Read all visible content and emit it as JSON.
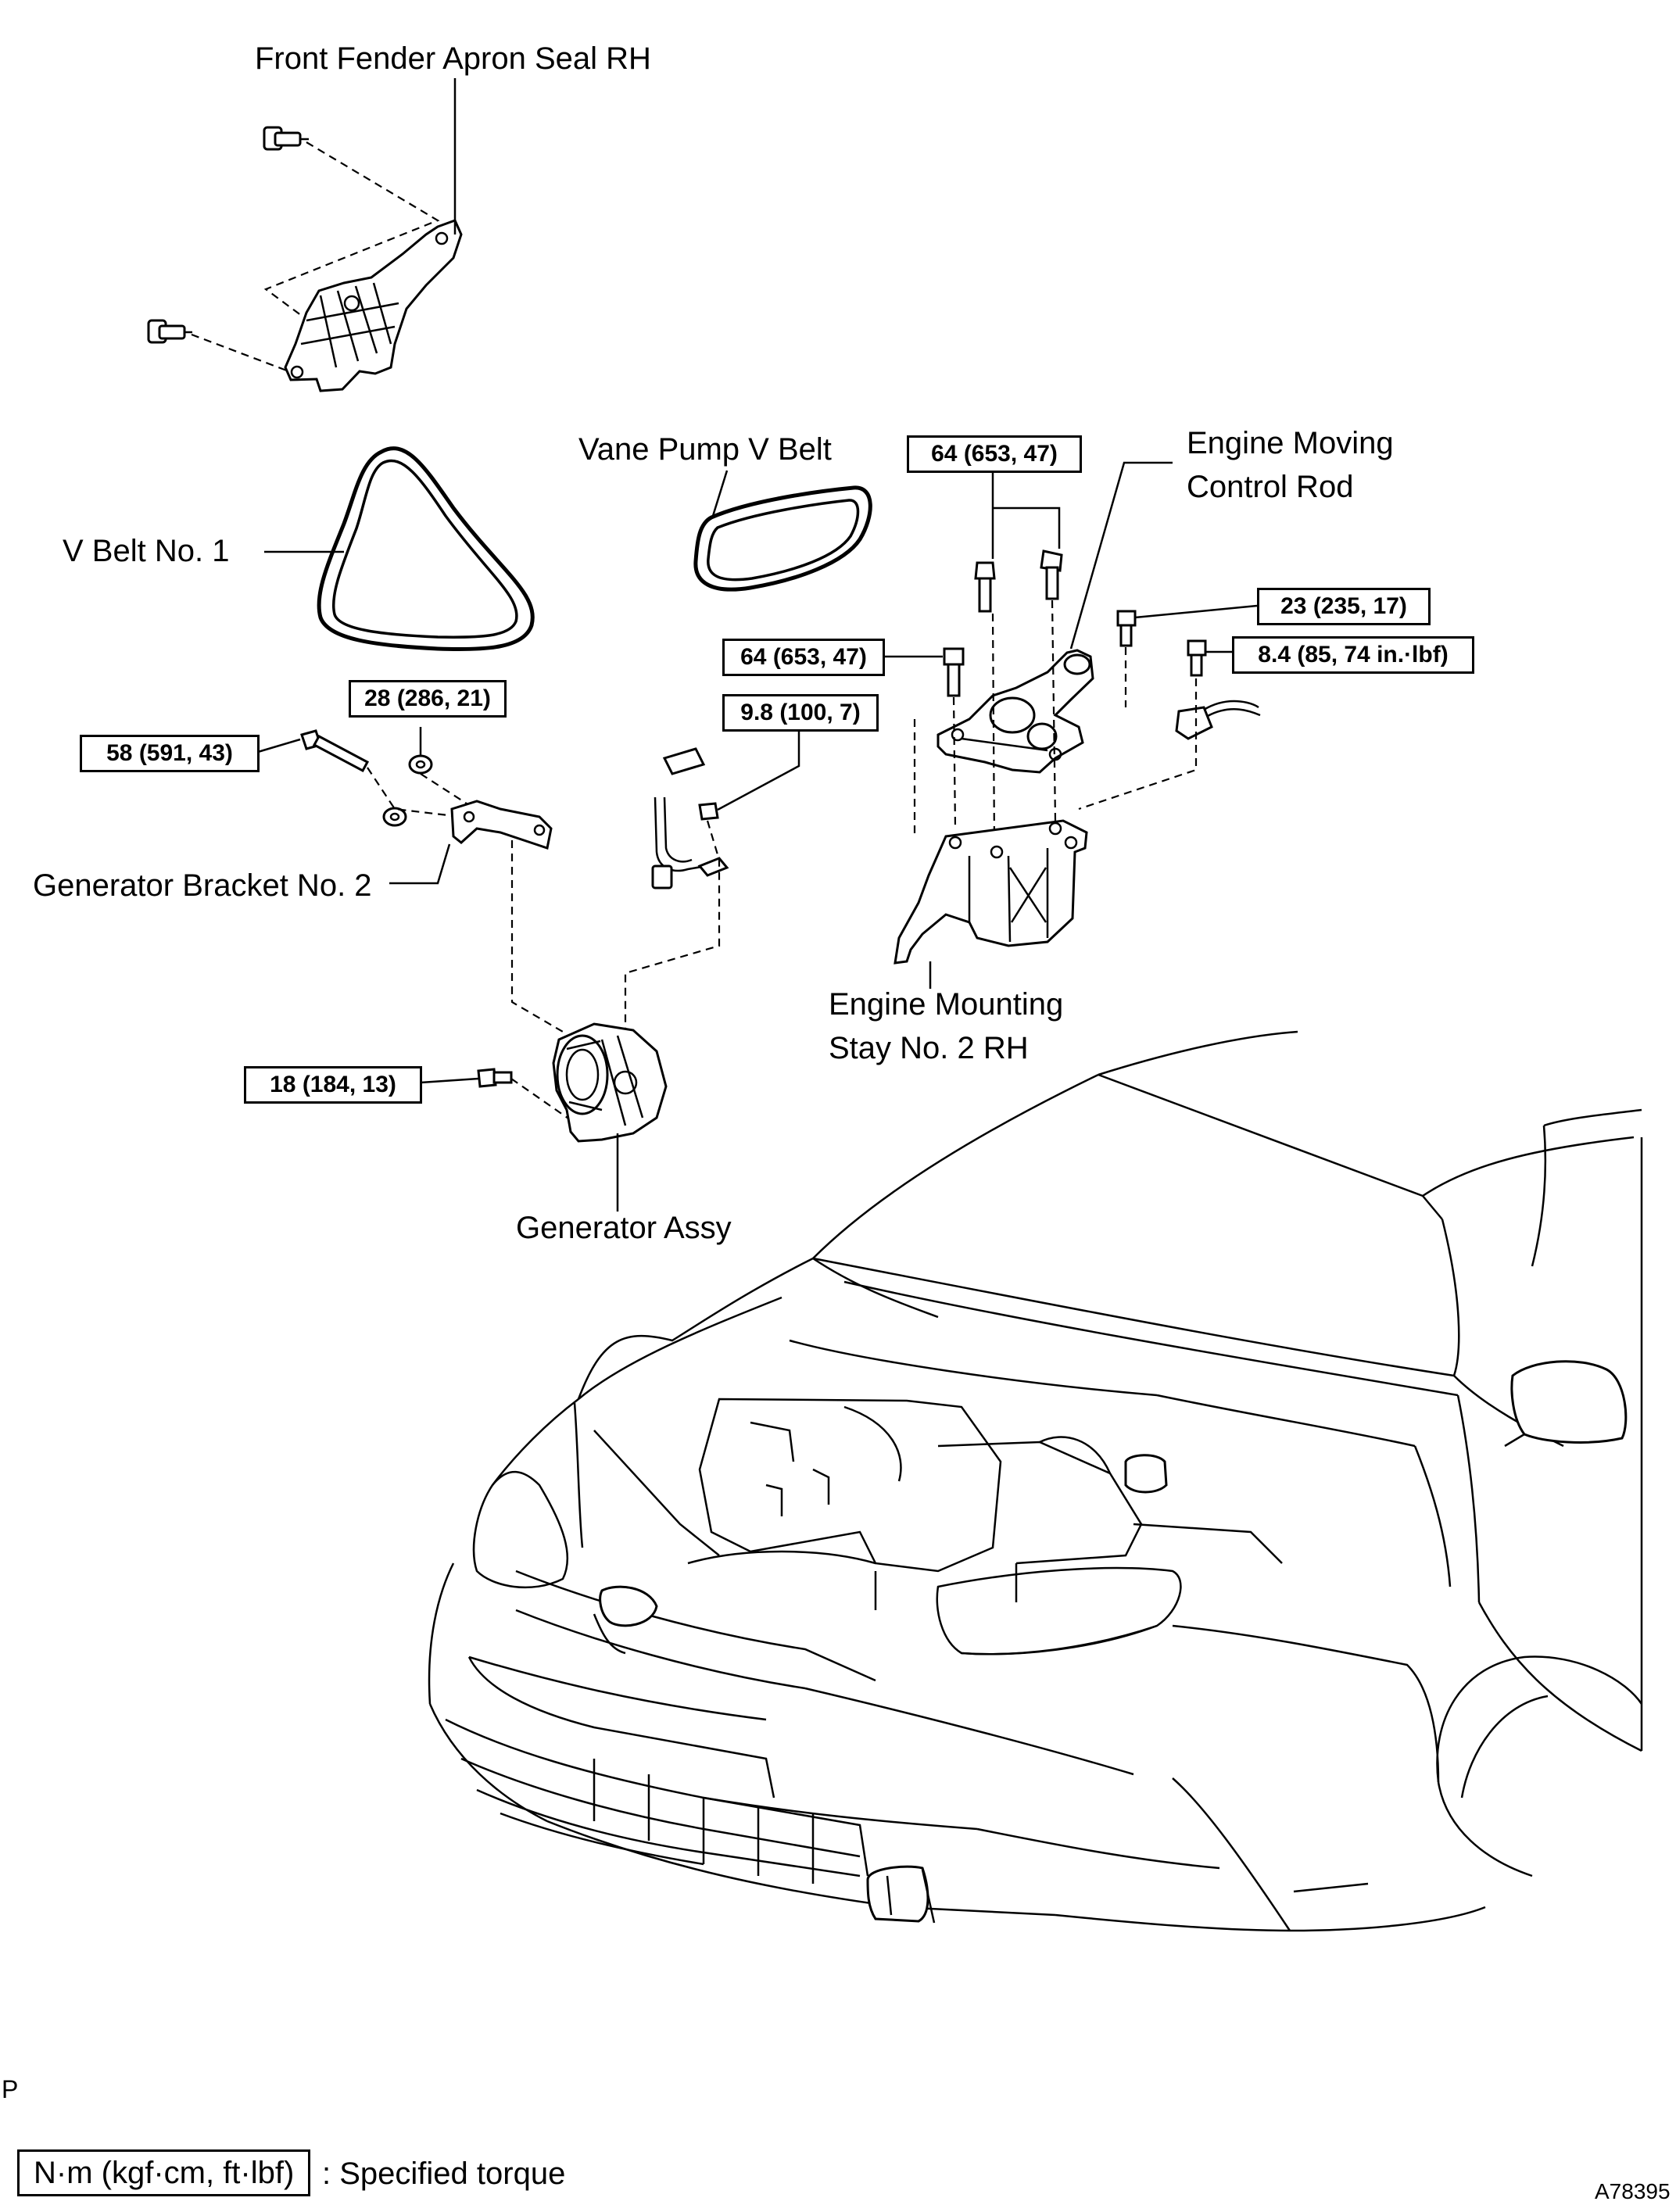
{
  "labels": {
    "front_fender_apron_seal": "Front Fender Apron Seal RH",
    "v_belt_no1": "V Belt No. 1",
    "vane_pump_v_belt": "Vane Pump V Belt",
    "engine_moving_control_rod_line1": "Engine Moving",
    "engine_moving_control_rod_line2": "Control Rod",
    "generator_bracket_no2": "Generator Bracket No. 2",
    "engine_mounting_stay_line1": "Engine Mounting",
    "engine_mounting_stay_line2": "Stay No. 2 RH",
    "generator_assy": "Generator Assy"
  },
  "torques": {
    "control_rod_upper": "64 (653, 47)",
    "control_rod_left": "64 (653, 47)",
    "bolt_23": "23 (235, 17)",
    "bolt_8_4": "8.4 (85, 74 in.·lbf)",
    "bracket_nut": "28 (286, 21)",
    "bracket_bolt": "58 (591, 43)",
    "terminal_nut": "9.8 (100, 7)",
    "generator_bolt": "18 (184, 13)"
  },
  "legend": {
    "unit_box": "N·m (kgf·cm, ft·lbf)",
    "description": ": Specified torque"
  },
  "page_marker": "P",
  "figure_id": "A78395"
}
